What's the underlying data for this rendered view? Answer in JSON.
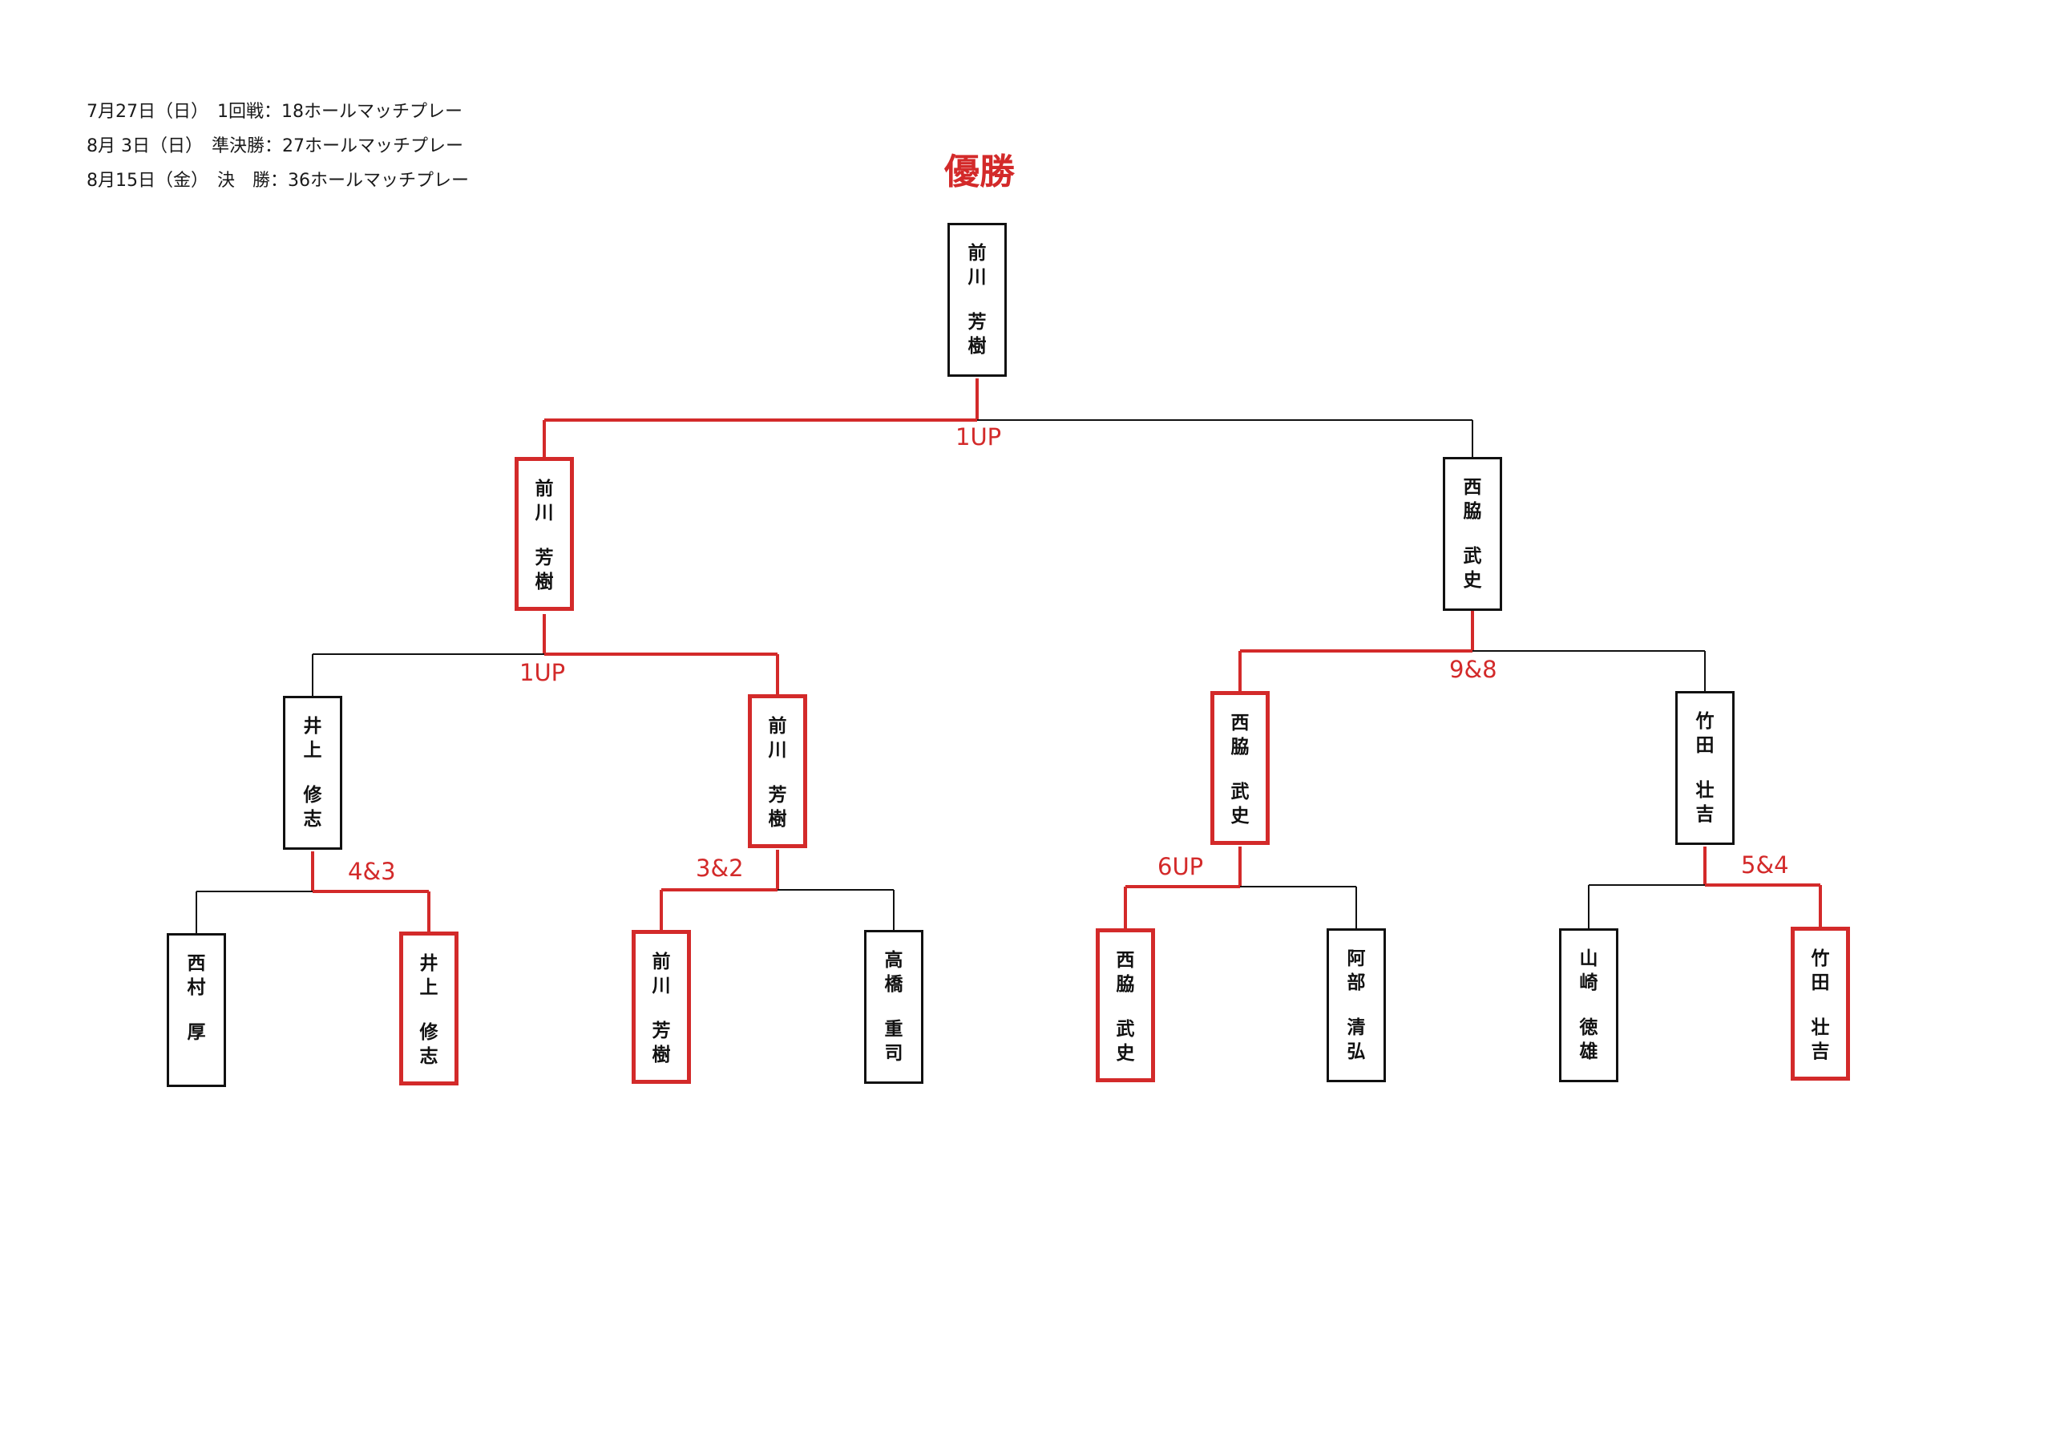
{
  "schedule": [
    "7月27日（日）　1回戦：18ホールマッチプレー",
    "8月 3日（日）　準決勝：27ホールマッチプレー",
    "8月15日（金）　決　勝：36ホールマッチプレー"
  ],
  "champion_label": "優勝",
  "players": {
    "champion": {
      "family": "前川",
      "given": "芳樹"
    },
    "sf_left": {
      "family": "前川",
      "given": "芳樹"
    },
    "sf_right": {
      "family": "西脇",
      "given": "武史"
    },
    "qf1": {
      "family": "井上",
      "given": "修志"
    },
    "qf2": {
      "family": "前川",
      "given": "芳樹"
    },
    "qf3": {
      "family": "西脇",
      "given": "武史"
    },
    "qf4": {
      "family": "竹田",
      "given": "壮吉"
    },
    "r1_1": {
      "family": "西村",
      "given": "厚"
    },
    "r1_2": {
      "family": "井上",
      "given": "修志"
    },
    "r1_3": {
      "family": "前川",
      "given": "芳樹"
    },
    "r1_4": {
      "family": "高橋",
      "given": "重司"
    },
    "r1_5": {
      "family": "西脇",
      "given": "武史"
    },
    "r1_6": {
      "family": "阿部",
      "given": "清弘"
    },
    "r1_7": {
      "family": "山崎",
      "given": "徳雄"
    },
    "r1_8": {
      "family": "竹田",
      "given": "壮吉"
    }
  },
  "scores": {
    "final": "1UP",
    "semi_left": "1UP",
    "semi_right": "9&8",
    "r1_match1": "4&3",
    "r1_match2": "3&2",
    "r1_match3": "6UP",
    "r1_match4": "5&4"
  },
  "colors": {
    "winner_red": "#d32a2a",
    "line_black": "#111111"
  }
}
